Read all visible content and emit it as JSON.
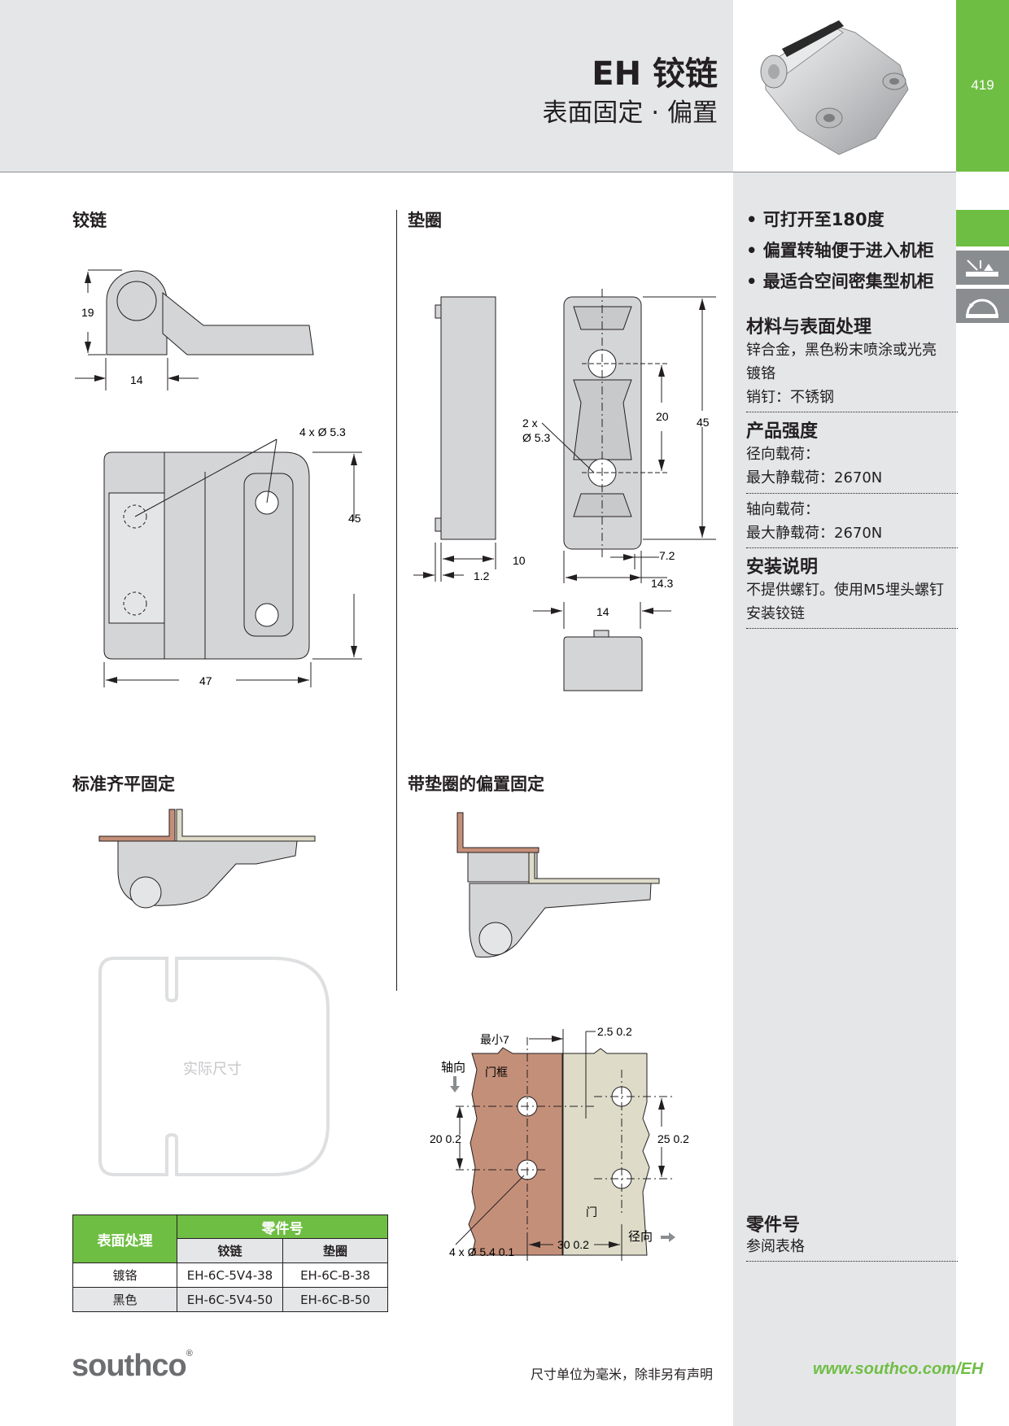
{
  "header": {
    "title": "EH 铰链",
    "subtitle": "表面固定 · 偏置",
    "page_number": "419"
  },
  "sections": {
    "hinge": "铰链",
    "washer": "垫圈",
    "standard_mount": "标准齐平固定",
    "offset_mount": "带垫圈的偏置固定",
    "actual_size": "实际尺寸"
  },
  "dimensions": {
    "hinge_h": "19",
    "hinge_w1": "14",
    "hinge_holes": "4 x Ø 5.3",
    "hinge_len": "45",
    "hinge_wid": "47",
    "washer_holes_a": "2 x",
    "washer_holes_b": "Ø 5.3",
    "washer_pitch": "20",
    "washer_len": "45",
    "washer_t1": "10",
    "washer_t2": "1.2",
    "washer_t3": "7.2",
    "washer_t4": "14.3",
    "washer_w": "14",
    "cut_min": "最小7",
    "cut_gap": "2.5  0.2",
    "cut_axial": "轴向",
    "cut_frame": "门框",
    "cut_p1": "20  0.2",
    "cut_p2": "25  0.2",
    "cut_door": "门",
    "cut_holes": "4 x Ø 5.4  0.1",
    "cut_offset": "30  0.2",
    "cut_radial": "径向"
  },
  "features": [
    "可打开至180度",
    "偏置转轴便于进入机柜",
    "最适合空间密集型机柜"
  ],
  "sidebar": {
    "material_h": "材料与表面处理",
    "material_1": "锌合金，黑色粉末喷涂或光亮",
    "material_2": "镀铬",
    "material_3": "销钉：不锈钢",
    "strength_h": "产品强度",
    "radial_label": "径向载荷：",
    "radial_value": "最大静载荷：2670N",
    "axial_label": "轴向载荷：",
    "axial_value": "最大静载荷：2670N",
    "install_h": "安装说明",
    "install_1": "不提供螺钉。使用M5埋头螺钉",
    "install_2": "安装铰链",
    "part_h": "零件号",
    "part_t": "参阅表格"
  },
  "table": {
    "h_finish": "表面处理",
    "h_part": "零件号",
    "h_hinge": "铰链",
    "h_washer": "垫圈",
    "rows": [
      {
        "finish": "镀铬",
        "hinge": "EH-6C-5V4-38",
        "washer": "EH-6C-B-38"
      },
      {
        "finish": "黑色",
        "hinge": "EH-6C-5V4-50",
        "washer": "EH-6C-B-50"
      }
    ]
  },
  "footer": {
    "logo": "southco",
    "logo_mark": "®",
    "note": "尺寸单位为毫米，除非另有声明",
    "url": "www.southco.com/EH"
  },
  "colors": {
    "green": "#6fbe44",
    "band": "#e4e6e8",
    "frame": "#c48f79",
    "door": "#dedcc9"
  }
}
